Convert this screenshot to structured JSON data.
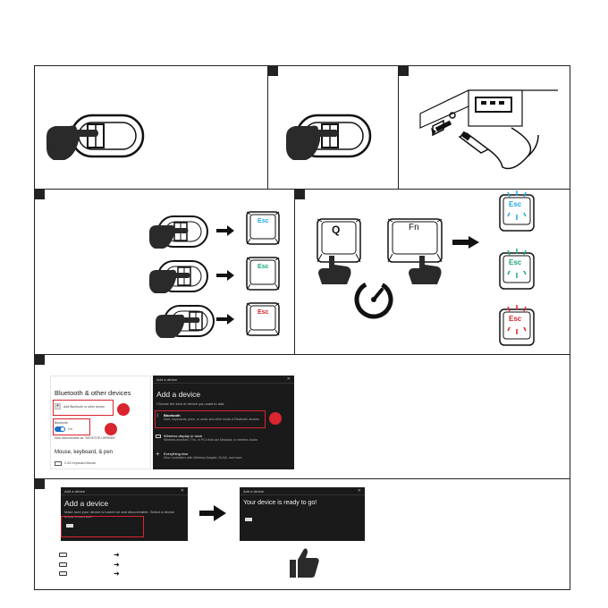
{
  "keys": {
    "esc": "Esc",
    "q": "Q",
    "fn": "Fn"
  },
  "led_colors": {
    "blue": "#1ea8e0",
    "green": "#1ea87a",
    "red": "#d8252f"
  },
  "settings_panel": {
    "heading": "Bluetooth & other devices",
    "add_label": "Add Bluetooth or other device",
    "bt_label": "Bluetooth",
    "bt_state": "On",
    "discoverable": "Now discoverable as \"DESKTOP-UHRE8I5\"",
    "mouse_heading": "Mouse, keyboard, & pen",
    "mouse_item": "2.4G Keyboard Mouse"
  },
  "add_device_dialog": {
    "bar": "Add a device",
    "title": "Add a device",
    "subtitle": "Choose the kind of device you want to add.",
    "options": [
      {
        "title": "Bluetooth",
        "desc": "Mice, keyboards, pens, or audio and other kinds of Bluetooth devices"
      },
      {
        "title": "Wireless display or dock",
        "desc": "Wireless monitors, TVs, or PCs that use Miracast, or wireless docks"
      },
      {
        "title": "Everything else",
        "desc": "Xbox controllers with Wireless Adapter, DLNA, and more"
      }
    ]
  },
  "pair_dialog": {
    "bar": "Add a device",
    "title": "Add a device",
    "subtitle": "Make sure your device is turned on and discoverable. Select a device below to connect."
  },
  "ready_dialog": {
    "bar": "Add a device",
    "title": "Your device is ready to go!"
  }
}
